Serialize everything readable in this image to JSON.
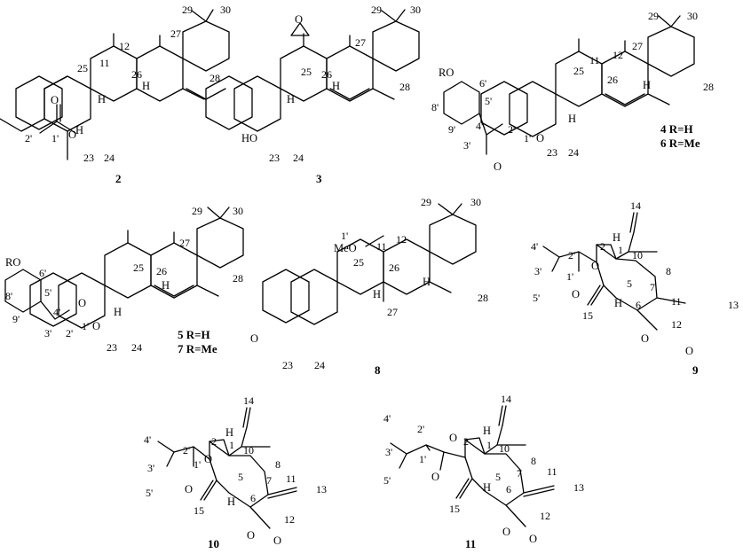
{
  "figure": {
    "compounds": [
      {
        "id": "c2",
        "number": "2",
        "atom_labels": [
          "29",
          "30",
          "27",
          "12",
          "11",
          "25",
          "26",
          "28",
          "H",
          "H",
          "H",
          "O",
          "O",
          "1'",
          "2'",
          "23",
          "24"
        ]
      },
      {
        "id": "c3",
        "number": "3",
        "atom_labels": [
          "29",
          "30",
          "O",
          "27",
          "25",
          "26",
          "H",
          "28",
          "H",
          "HO",
          "23",
          "24"
        ]
      },
      {
        "id": "c46",
        "number": "4",
        "atom_labels": [
          "RO",
          "6'",
          "5'",
          "8'",
          "9'",
          "4'",
          "3'",
          "2'",
          "1'",
          "O",
          "O",
          "29",
          "30",
          "12",
          "27",
          "11",
          "25",
          "26",
          "H",
          "28",
          "H",
          "23",
          "24"
        ],
        "r_groups": [
          "4 R=H",
          "6 R=Me"
        ]
      },
      {
        "id": "c57",
        "number": "5",
        "atom_labels": [
          "RO",
          "6'",
          "5'",
          "8'",
          "9'",
          "4'",
          "3'",
          "2'",
          "1'",
          "O",
          "O",
          "29",
          "30",
          "27",
          "25",
          "26",
          "28",
          "H",
          "H",
          "23",
          "24"
        ],
        "r_groups": [
          "5 R=H",
          "7 R=Me"
        ]
      },
      {
        "id": "c8",
        "number": "8",
        "atom_labels": [
          "29",
          "30",
          "1'",
          "MeO",
          "11",
          "12",
          "25",
          "26",
          "H",
          "28",
          "H",
          "27",
          "O",
          "23",
          "24"
        ]
      },
      {
        "id": "c9",
        "number": "9",
        "atom_labels": [
          "14",
          "4'",
          "2'",
          "2",
          "H",
          "1",
          "10",
          "3'",
          "1'",
          "O",
          "8",
          "5",
          "7",
          "11",
          "5'",
          "O",
          "6",
          "H",
          "15",
          "O",
          "12",
          "13",
          "O"
        ]
      },
      {
        "id": "c10",
        "number": "10",
        "atom_labels": [
          "14",
          "4'",
          "2'",
          "H",
          "2",
          "1",
          "10",
          "1'",
          "3'",
          "O",
          "8",
          "5",
          "6",
          "7",
          "11",
          "5'",
          "O",
          "H",
          "15",
          "O",
          "13",
          "12",
          "O"
        ]
      },
      {
        "id": "c11",
        "number": "11",
        "atom_labels": [
          "14",
          "4'",
          "2'",
          "H",
          "2",
          "1",
          "10",
          "3'",
          "1'",
          "O",
          "8",
          "5",
          "7",
          "11",
          "5'",
          "O",
          "6",
          "H",
          "15",
          "O",
          "13",
          "12",
          "O"
        ]
      }
    ]
  }
}
